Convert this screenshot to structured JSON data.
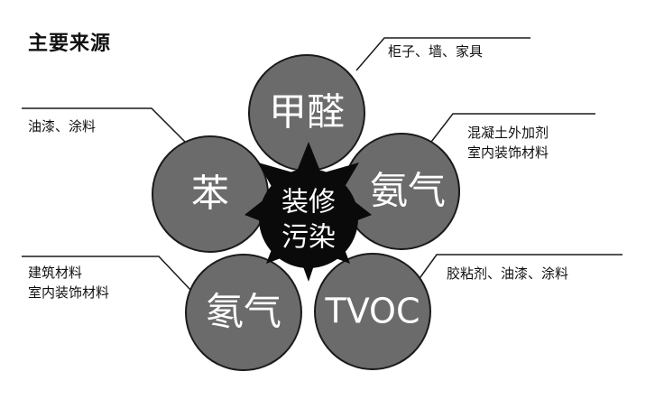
{
  "title": "主要来源",
  "center": {
    "line1": "装修",
    "line2": "污染"
  },
  "pollutants": [
    {
      "id": "formaldehyde",
      "label": "甲醛",
      "sources": [
        "柜子、墙、家具"
      ]
    },
    {
      "id": "ammonia",
      "label": "氨气",
      "sources": [
        "混凝土外加剂",
        "室内装饰材料"
      ]
    },
    {
      "id": "tvoc",
      "label": "TVOC",
      "sources": [
        "胶粘剂、油漆、涂料"
      ]
    },
    {
      "id": "radon",
      "label": "氡气",
      "sources": [
        "建筑材料",
        "室内装饰材料"
      ]
    },
    {
      "id": "benzene",
      "label": "苯",
      "sources": [
        "油漆、涂料"
      ]
    }
  ],
  "colors": {
    "petal": "#6b6b6b",
    "petal_stroke": "#1a1a1a",
    "center": "#0a0a0a",
    "text_on_dark": "#ffffff",
    "leader_line": "#1a1a1a"
  }
}
